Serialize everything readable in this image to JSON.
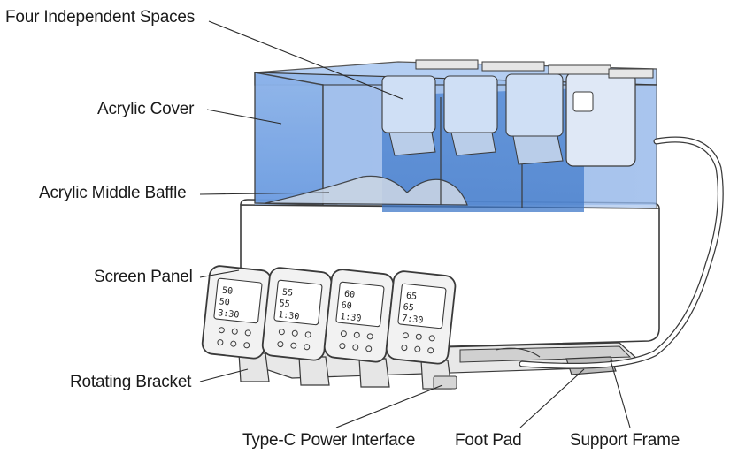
{
  "labels": {
    "four_spaces": "Four Independent Spaces",
    "acrylic_cover": "Acrylic Cover",
    "middle_baffle": "Acrylic Middle Baffle",
    "screen_panel": "Screen Panel",
    "rotating_bracket": "Rotating Bracket",
    "type_c": "Type-C Power Interface",
    "foot_pad": "Foot Pad",
    "support_frame": "Support Frame"
  },
  "panels": [
    {
      "top": "50",
      "mid": "50",
      "time": "3:30"
    },
    {
      "top": "55",
      "mid": "55",
      "time": "1:30"
    },
    {
      "top": "60",
      "mid": "60",
      "time": "1:30"
    },
    {
      "top": "65",
      "mid": "65",
      "time": "7:30"
    }
  ],
  "colors": {
    "acrylic": "#7fa8e0",
    "acrylic_dark": "#4f86d6",
    "outline": "#3a3a3a",
    "label_text": "#1a1a1a"
  }
}
